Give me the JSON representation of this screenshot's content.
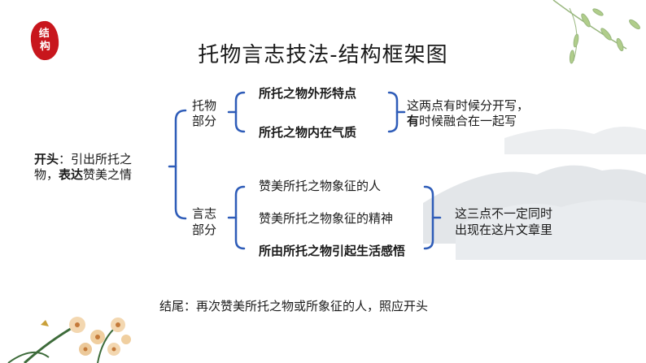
{
  "badge": {
    "text": "结构"
  },
  "title": "托物言志技法-结构框架图",
  "opening": {
    "label": "开头",
    "sep": "：引出所托之",
    "line2_a": "物，",
    "line2_b": "表达",
    "line2_c": "赞美之情"
  },
  "tuowu": {
    "line1": "托物",
    "line2": "部分",
    "items": [
      "所托之物外形特点",
      "所托之物内在气质"
    ],
    "note": {
      "line1": "这两点有时候分开写，",
      "line2_a": "有",
      "line2_b": "时候融合在一起写"
    }
  },
  "yanzhi": {
    "line1": "言志",
    "line2": "部分",
    "items": [
      "赞美所托之物象征的人",
      "赞美所托之物象征的精神",
      "所由所托之物引起生活感悟"
    ],
    "note": {
      "line1": "这三点不一定同时",
      "line2": "出现在这片文章里"
    }
  },
  "ending": "结尾：再次赞美所托之物或所象征的人，照应开头",
  "colors": {
    "bracket": "#2e5cb8",
    "badge": "#c8161d",
    "text": "#1a1a1a"
  }
}
